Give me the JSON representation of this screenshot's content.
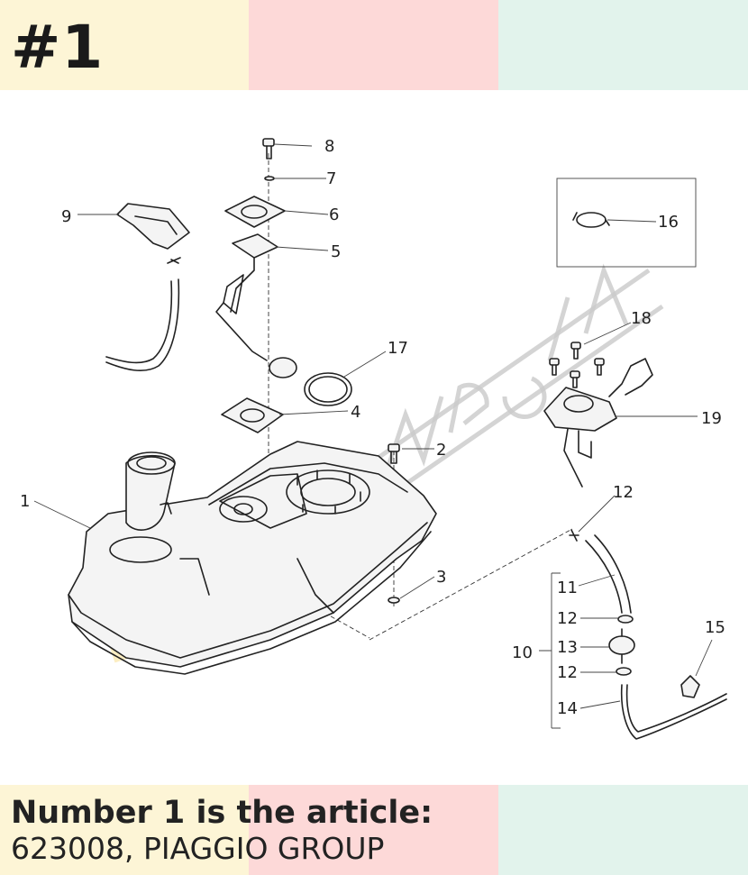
{
  "header": {
    "number": "#1"
  },
  "caption": {
    "title": "Number 1 is the article:",
    "reference": "623008, PIAGGIO GROUP"
  },
  "band_colors": [
    "#fdf5d6",
    "#fdd9d8",
    "#e2f3ec"
  ],
  "diagram": {
    "callouts": [
      "1",
      "2",
      "3",
      "4",
      "5",
      "6",
      "7",
      "8",
      "9",
      "10",
      "11",
      "12",
      "12",
      "12",
      "13",
      "14",
      "15",
      "16",
      "17",
      "18",
      "19"
    ]
  }
}
